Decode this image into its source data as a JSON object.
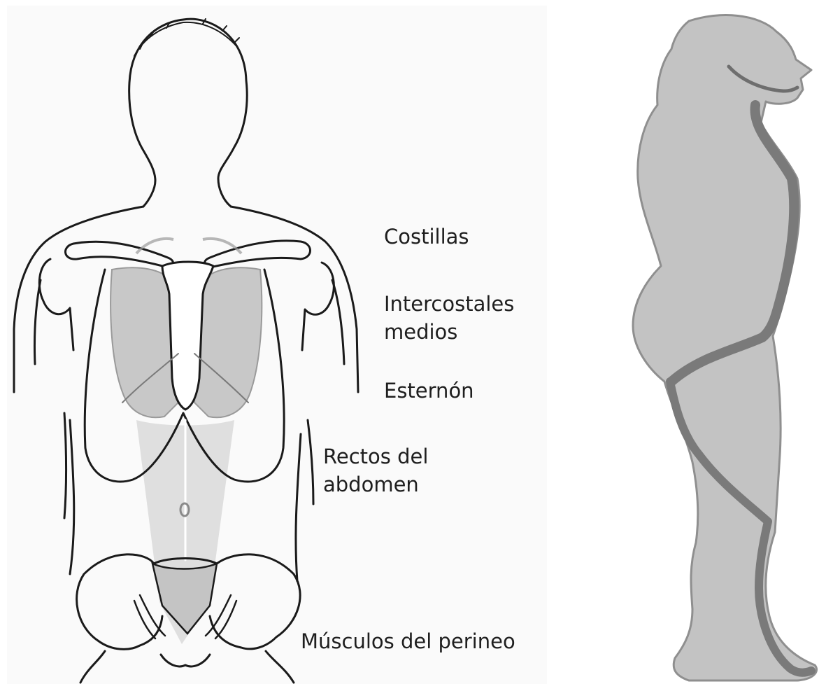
{
  "labels": {
    "costillas": "Costillas",
    "intercostales_line1": "Intercostales",
    "intercostales_line2": "medios",
    "esternon": "Esternón",
    "rectos_line1": "Rectos del",
    "rectos_line2": "abdomen",
    "perineo": "Músculos del perineo"
  },
  "colors": {
    "outline": "#1a1a1a",
    "muscle_fill": "#c8c8c8",
    "highlight_stroke": "#9a9a9a",
    "silhouette_fill": "#c3c3c3",
    "silhouette_stroke": "#8f8f8f",
    "band": "#7a7a7a",
    "panel_bg": "#fafafa"
  },
  "icons": {
    "front_figure": "human-torso-front-anatomy-icon",
    "side_figure": "human-side-silhouette-icon"
  }
}
